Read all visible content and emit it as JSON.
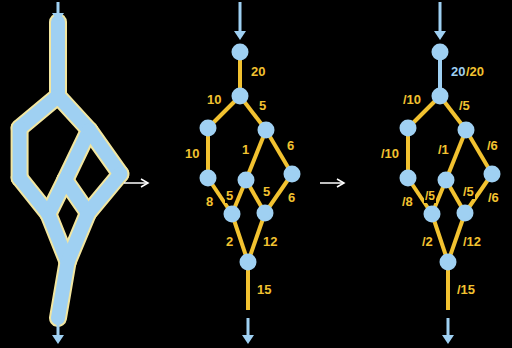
{
  "diagram": {
    "labels": [
      "20",
      "10",
      "5",
      "10",
      "1",
      "6",
      "5",
      "5",
      "8",
      "6",
      "2",
      "12",
      "15",
      "20",
      "/20",
      "/10",
      "/5",
      "/10",
      "/1",
      "/6",
      "/5",
      "/5",
      "/8",
      "/6",
      "/2",
      "/12",
      "/15"
    ]
  }
}
